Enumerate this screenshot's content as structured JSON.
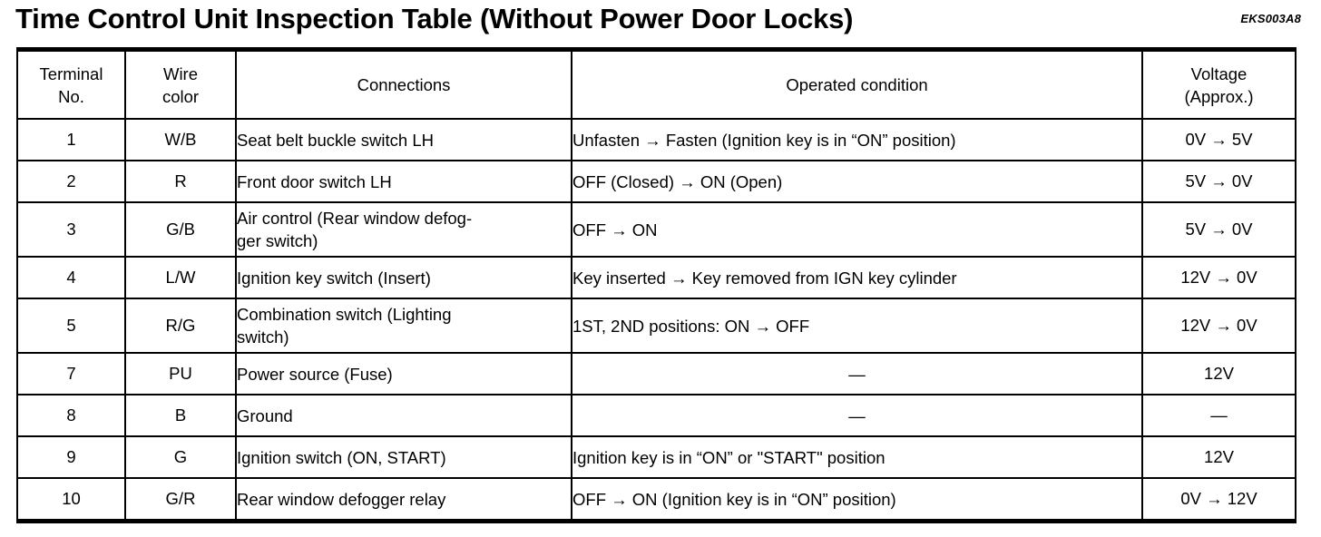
{
  "document": {
    "title": "Time Control Unit Inspection Table (Without Power Door Locks)",
    "reference_code": "EKS003A8"
  },
  "table": {
    "columns": [
      {
        "id": "terminal",
        "header_lines": [
          "Terminal",
          "No."
        ]
      },
      {
        "id": "wire",
        "header_lines": [
          "Wire",
          "color"
        ]
      },
      {
        "id": "connections",
        "header_lines": [
          "Connections"
        ]
      },
      {
        "id": "condition",
        "header_lines": [
          "Operated condition"
        ]
      },
      {
        "id": "voltage",
        "header_lines": [
          "Voltage",
          "(Approx.)"
        ]
      }
    ],
    "rows": [
      {
        "terminal": "1",
        "wire": "W/B",
        "connections": "Seat belt buckle switch LH",
        "condition": "Unfasten → Fasten (Ignition key is in “ON” position)",
        "voltage": "0V → 5V"
      },
      {
        "terminal": "2",
        "wire": "R",
        "connections": "Front door switch LH",
        "condition": "OFF (Closed) → ON (Open)",
        "voltage": "5V → 0V"
      },
      {
        "terminal": "3",
        "wire": "G/B",
        "connections": "Air control (Rear window defog-\nger switch)",
        "condition": "OFF → ON",
        "voltage": "5V → 0V"
      },
      {
        "terminal": "4",
        "wire": "L/W",
        "connections": "Ignition key switch (Insert)",
        "condition": "Key inserted → Key removed from IGN key cylinder",
        "voltage": "12V → 0V"
      },
      {
        "terminal": "5",
        "wire": "R/G",
        "connections": "Combination switch (Lighting\nswitch)",
        "condition": "1ST, 2ND positions: ON → OFF",
        "voltage": "12V → 0V"
      },
      {
        "terminal": "7",
        "wire": "PU",
        "connections": "Power source (Fuse)",
        "condition": "—",
        "voltage": "12V"
      },
      {
        "terminal": "8",
        "wire": "B",
        "connections": "Ground",
        "condition": "—",
        "voltage": "—"
      },
      {
        "terminal": "9",
        "wire": "G",
        "connections": "Ignition switch (ON, START)",
        "condition": "Ignition key is in “ON” or \"START\" position",
        "voltage": "12V"
      },
      {
        "terminal": "10",
        "wire": "G/R",
        "connections": "Rear window defogger relay",
        "condition": "OFF → ON (Ignition key is in “ON” position)",
        "voltage": "0V → 12V"
      }
    ]
  }
}
